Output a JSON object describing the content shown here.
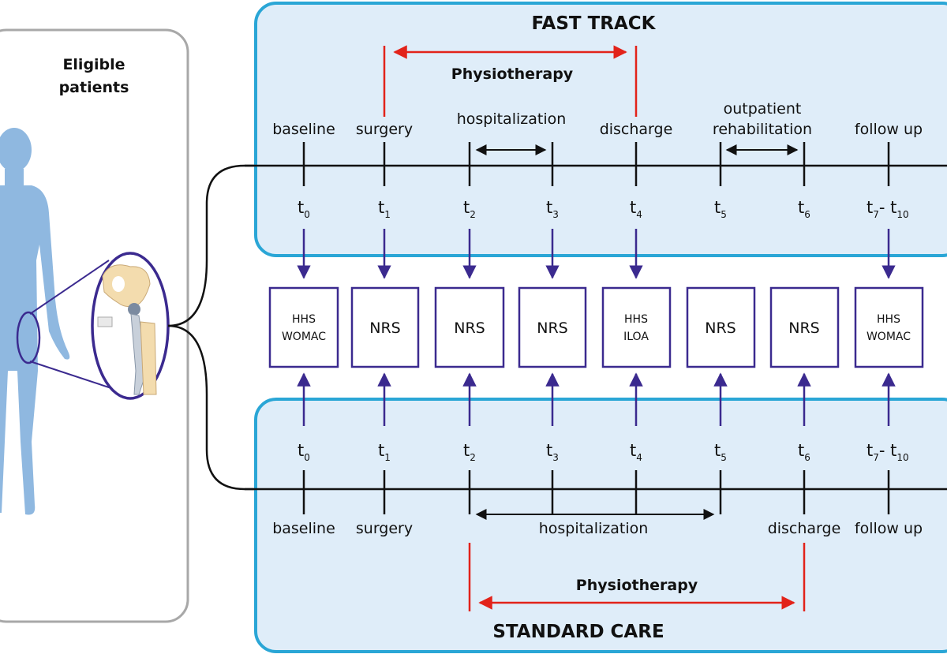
{
  "eligible": {
    "line1": "Eligible",
    "line2": "patients"
  },
  "fast_track": {
    "title": "FAST TRACK",
    "physiotherapy": "Physiotherapy",
    "labels": {
      "baseline": "baseline",
      "surgery": "surgery",
      "hospitalization": "hospitalization",
      "discharge": "discharge",
      "outpatient_line1": "outpatient",
      "outpatient_line2": "rehabilitation",
      "follow_up": "follow up"
    }
  },
  "standard_care": {
    "title": "STANDARD CARE",
    "physiotherapy": "Physiotherapy",
    "labels": {
      "baseline": "baseline",
      "surgery": "surgery",
      "hospitalization": "hospitalization",
      "discharge": "discharge",
      "follow_up": "follow up"
    }
  },
  "timepoints": [
    {
      "main": "t",
      "sub": "0",
      "tail": ""
    },
    {
      "main": "t",
      "sub": "1",
      "tail": ""
    },
    {
      "main": "t",
      "sub": "2",
      "tail": ""
    },
    {
      "main": "t",
      "sub": "3",
      "tail": ""
    },
    {
      "main": "t",
      "sub": "4",
      "tail": ""
    },
    {
      "main": "t",
      "sub": "5",
      "tail": ""
    },
    {
      "main": "t",
      "sub": "6",
      "tail": ""
    },
    {
      "main": "t",
      "sub": "7",
      "tail": "- t",
      "tail_sub": "10"
    }
  ],
  "measures": [
    {
      "line1": "HHS",
      "line2": "WOMAC"
    },
    {
      "line1": "NRS",
      "line2": ""
    },
    {
      "line1": "NRS",
      "line2": ""
    },
    {
      "line1": "NRS",
      "line2": ""
    },
    {
      "line1": "HHS",
      "line2": "ILOA"
    },
    {
      "line1": "NRS",
      "line2": ""
    },
    {
      "line1": "NRS",
      "line2": ""
    },
    {
      "line1": "HHS",
      "line2": "WOMAC"
    }
  ],
  "icons": [
    "human-body-icon",
    "hip-joint-magnifier-icon"
  ],
  "colors": {
    "panel_fill": "#dcebf8",
    "panel_border": "#2aa6d6",
    "measure_border": "#3b2a8f",
    "arrow_blue": "#3b2a8f",
    "physio_red": "#e2231a",
    "body": "#8fb8e0"
  }
}
